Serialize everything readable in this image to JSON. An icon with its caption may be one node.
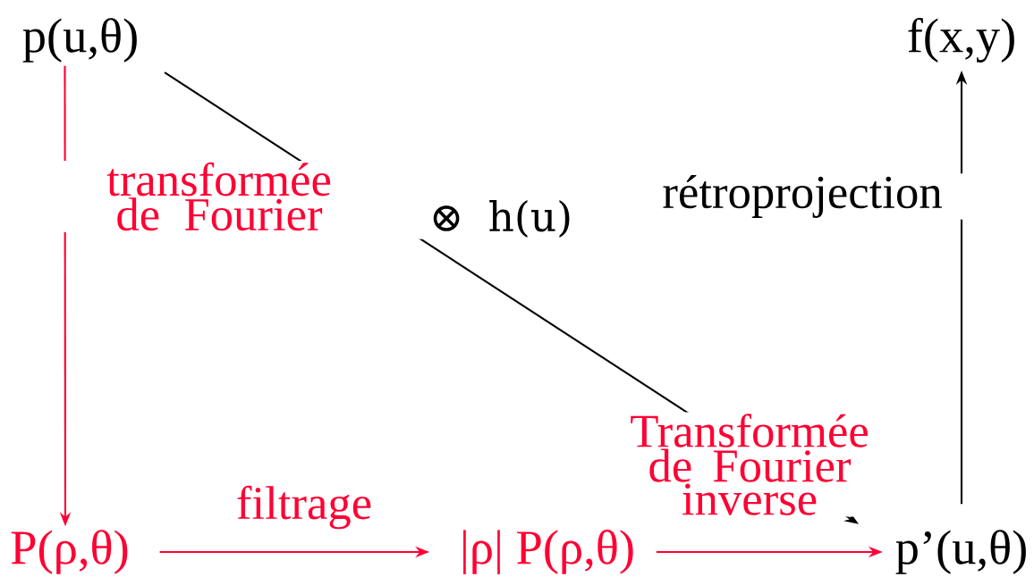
{
  "diagram": {
    "nodes": [
      {
        "text": [
          "p(u,θ)"
        ]
      },
      {
        "text": [
          "f(x,y)"
        ]
      },
      {
        "text": [
          "P(ρ,θ)"
        ]
      },
      {
        "text": [
          "|ρ| P(ρ,θ)"
        ]
      },
      {
        "text": [
          "p’(u,θ)"
        ]
      }
    ],
    "edges": [
      {
        "from": 0,
        "to": 2,
        "arrow": "to",
        "label": "transformée de Fourier"
      },
      {
        "from": 0,
        "to": 4,
        "arrow": "to",
        "label": "⊗ h(u)",
        "color": "#000000"
      },
      {
        "from": 2,
        "to": 3,
        "arrow": "to",
        "label": "filtrage"
      },
      {
        "from": 3,
        "to": 4,
        "arrow": "to",
        "label": "Transformée de Fourier inverse"
      },
      {
        "from": 4,
        "to": 1,
        "arrow": "to",
        "label": "rétroprojection",
        "color": "#000000"
      }
    ]
  }
}
